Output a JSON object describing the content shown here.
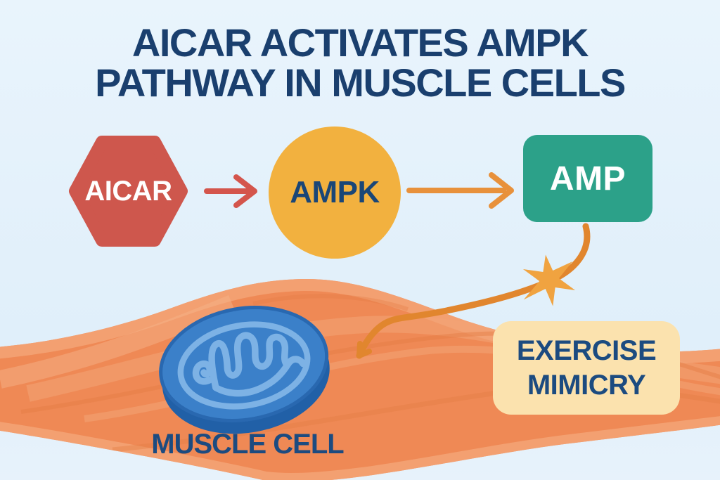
{
  "title": {
    "line1": "AICAR ACTIVATES AMPK",
    "line2": "PATHWAY IN MUSCLE CELLS"
  },
  "pathway": {
    "aicar": {
      "label": "AICAR",
      "shape": "hexagon"
    },
    "ampk": {
      "label": "AMPK",
      "shape": "circle"
    },
    "amp": {
      "label": "AMP",
      "shape": "rounded-rectangle"
    }
  },
  "muscle": {
    "label": "MUSCLE CELL"
  },
  "outcome": {
    "line1": "EXERCISE",
    "line2": "MIMICRY"
  },
  "colors": {
    "navy": "#1A3F6E",
    "label-navy": "#1C4B80",
    "red": "#CE574D",
    "red-arrow": "#D4554C",
    "yellow": "#F2B13F",
    "ampk-text": "#1A4677",
    "teal": "#2CA189",
    "orange-arrow": "#E8913B",
    "curve-orange": "#E1862E",
    "star": "#F0A340",
    "muscle": "#EF8955",
    "muscle-light": "#F3A477",
    "muscle-lighter": "#F6B287",
    "muscle-dark": "#E47C44",
    "mito-base": "#2160A7",
    "mito-body": "#3B80C9",
    "mito-stroke": "#2968B0",
    "mito-inner": "#7DB2E5",
    "cream": "#FBE2AE",
    "white": "#FFFFFF",
    "bg-top": "#E9F4FC",
    "bg-bottom": "#E0EFFA"
  }
}
